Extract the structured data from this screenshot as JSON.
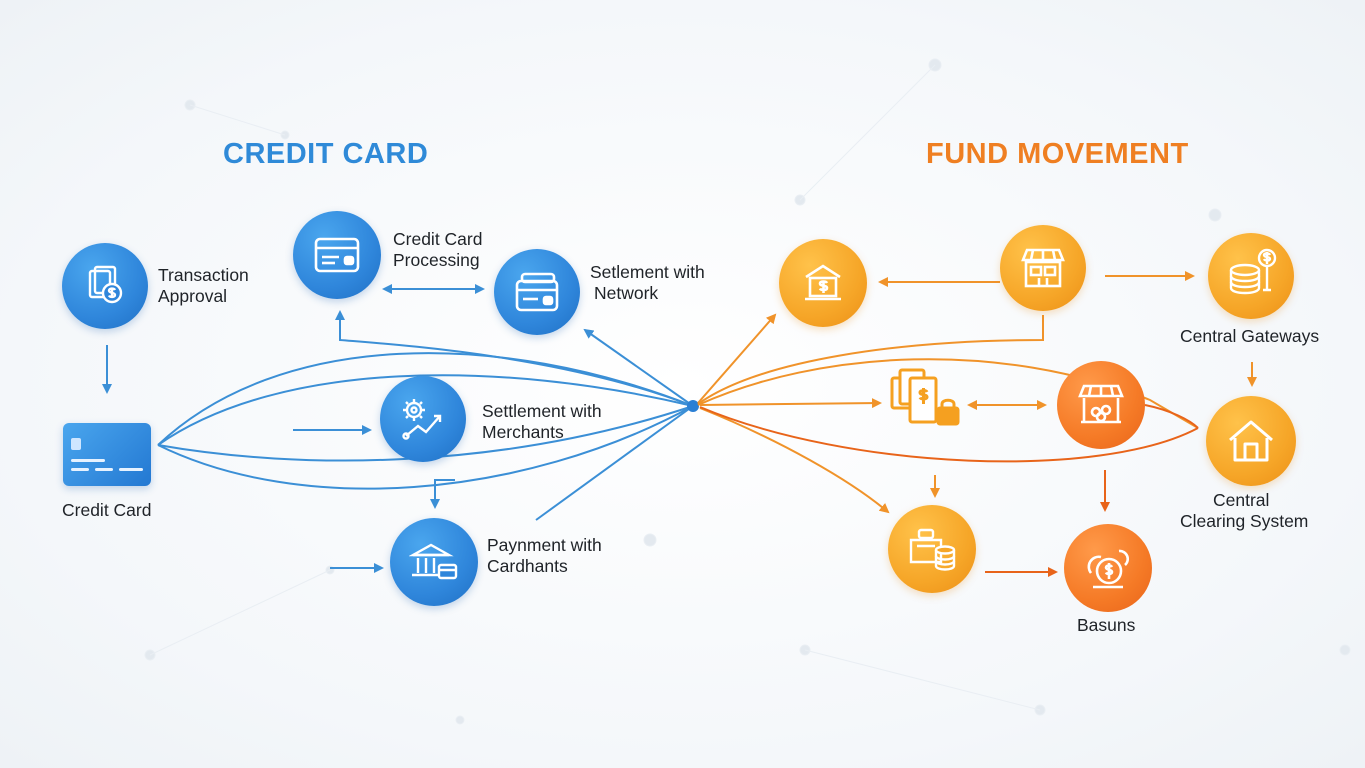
{
  "titles": {
    "left": "CREDIT CARD",
    "right": "FUND MOVEMENT"
  },
  "left_nodes": {
    "transaction_approval": [
      "Transaction",
      "Approval"
    ],
    "credit_card": "Credit Card",
    "credit_card_processing": [
      "Credit Card",
      "Processing"
    ],
    "settlement_network": [
      "Setlement with",
      "Network"
    ],
    "settlement_merchants": [
      "Settlement with",
      "Merchants"
    ],
    "payment_cardhants": [
      "Paynment with",
      "Cardhants"
    ]
  },
  "right_nodes": {
    "central_gateways": "Central Gateways",
    "central_clearing": [
      "Central",
      "Clearing System"
    ],
    "basuns": "Basuns"
  },
  "colors": {
    "blue": "#2f8ad8",
    "orange": "#ef7f22",
    "line_blue": "#3b8fd6",
    "line_orange": "#f0932a"
  }
}
